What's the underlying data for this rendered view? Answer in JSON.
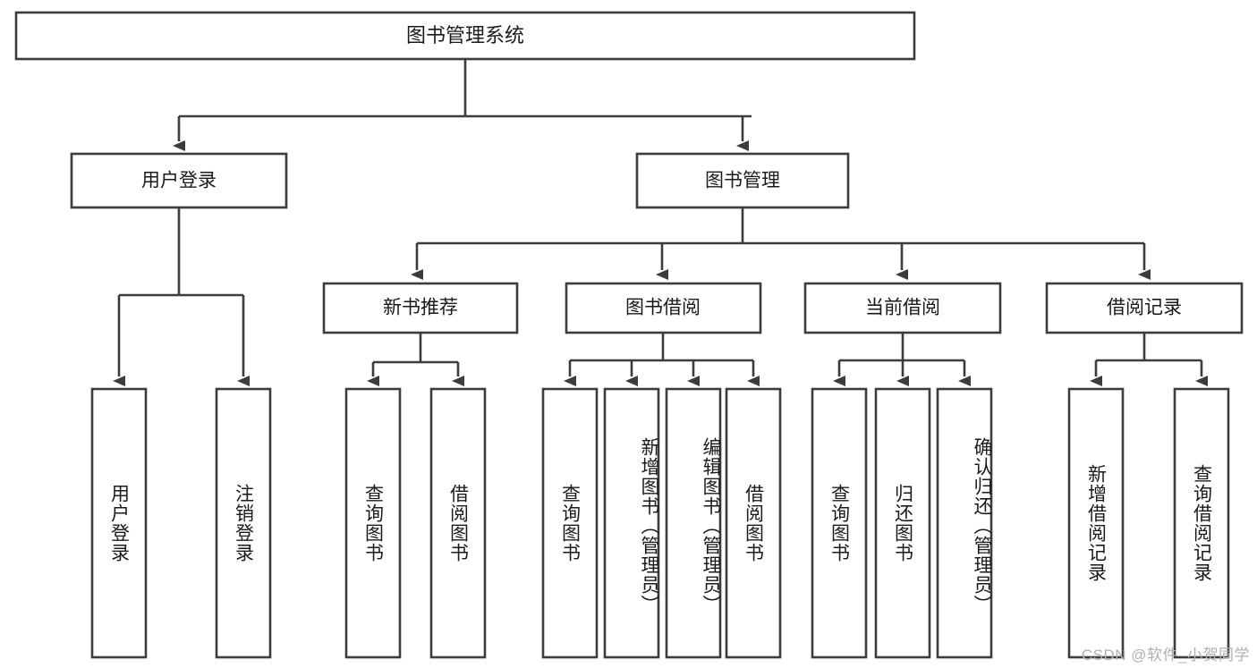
{
  "diagram": {
    "type": "hierarchy-tree",
    "title": "图书管理系统",
    "root": {
      "id": "root",
      "label": "图书管理系统",
      "orientation": "horizontal"
    },
    "level2": [
      {
        "id": "user-login",
        "label": "用户登录",
        "orientation": "horizontal"
      },
      {
        "id": "book-manage",
        "label": "图书管理",
        "orientation": "horizontal"
      }
    ],
    "level3": [
      {
        "id": "new-book-recommend",
        "label": "新书推荐",
        "orientation": "horizontal",
        "parent": "book-manage"
      },
      {
        "id": "book-borrow",
        "label": "图书借阅",
        "orientation": "horizontal",
        "parent": "book-manage"
      },
      {
        "id": "current-borrow",
        "label": "当前借阅",
        "orientation": "horizontal",
        "parent": "book-manage"
      },
      {
        "id": "borrow-record",
        "label": "借阅记录",
        "orientation": "horizontal",
        "parent": "book-manage"
      }
    ],
    "leaves": [
      {
        "id": "leaf-user-login",
        "label": "用户登录",
        "orientation": "vertical",
        "parent": "user-login"
      },
      {
        "id": "leaf-logout-login",
        "label": "注销登录",
        "orientation": "vertical",
        "parent": "user-login"
      },
      {
        "id": "leaf-query-book-1",
        "label": "查询图书",
        "orientation": "vertical",
        "parent": "new-book-recommend"
      },
      {
        "id": "leaf-borrow-book-1",
        "label": "借阅图书",
        "orientation": "vertical",
        "parent": "new-book-recommend"
      },
      {
        "id": "leaf-query-book-2",
        "label": "查询图书",
        "orientation": "vertical",
        "parent": "book-borrow"
      },
      {
        "id": "leaf-add-book-admin",
        "label": "新增图书（管理员）",
        "orientation": "vertical",
        "parent": "book-borrow"
      },
      {
        "id": "leaf-edit-book-admin",
        "label": "编辑图书（管理员）",
        "orientation": "vertical",
        "parent": "book-borrow"
      },
      {
        "id": "leaf-borrow-book-2",
        "label": "借阅图书",
        "orientation": "vertical",
        "parent": "book-borrow"
      },
      {
        "id": "leaf-query-book-3",
        "label": "查询图书",
        "orientation": "vertical",
        "parent": "current-borrow"
      },
      {
        "id": "leaf-return-book",
        "label": "归还图书",
        "orientation": "vertical",
        "parent": "current-borrow"
      },
      {
        "id": "leaf-confirm-return-admin",
        "label": "确认归还（管理员）",
        "orientation": "vertical",
        "parent": "current-borrow"
      },
      {
        "id": "leaf-add-borrow-record",
        "label": "新增借阅记录",
        "orientation": "vertical",
        "parent": "borrow-record"
      },
      {
        "id": "leaf-query-borrow-record",
        "label": "查询借阅记录",
        "orientation": "vertical",
        "parent": "borrow-record"
      }
    ],
    "colors": {
      "stroke": "#3c3c3c",
      "fill": "#ffffff",
      "text": "#1a1a1a",
      "background": "#ffffff",
      "watermark": "#b0b0b0"
    }
  },
  "watermark": {
    "text": "CSDN @软件_小贺同学"
  }
}
